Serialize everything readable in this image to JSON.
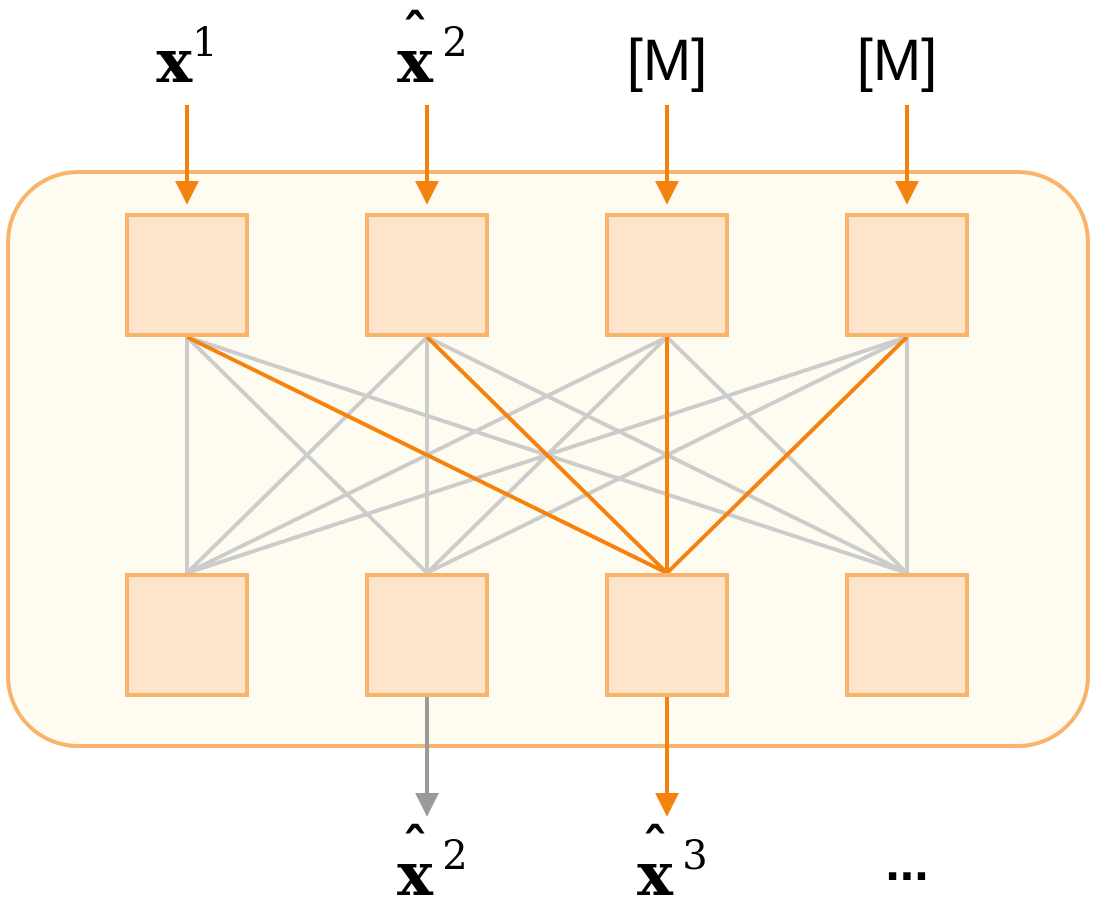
{
  "inputs": [
    {
      "base": "x",
      "hat": "",
      "sup": "1",
      "plain": ""
    },
    {
      "base": "x",
      "hat": "ˆ",
      "sup": "2",
      "plain": ""
    },
    {
      "base": "",
      "hat": "",
      "sup": "",
      "plain": "[M]"
    },
    {
      "base": "",
      "hat": "",
      "sup": "",
      "plain": "[M]"
    }
  ],
  "outputs": [
    {
      "base": "x",
      "hat": "ˆ",
      "sup": "2"
    },
    {
      "base": "x",
      "hat": "ˆ",
      "sup": "3"
    },
    {
      "ellipsis": "..."
    }
  ],
  "colors": {
    "accent": "#f5820d",
    "node_fill": "#fde5cc",
    "node_stroke": "#f8b46a",
    "panel_fill": "#fefbf1",
    "panel_stroke": "#f8b46a",
    "edge_gray": "#cccccc",
    "arrow_gray": "#9a9a9a"
  },
  "highlighted_target_node": 2,
  "highlighted_source_nodes": [
    0,
    1,
    2,
    3
  ]
}
